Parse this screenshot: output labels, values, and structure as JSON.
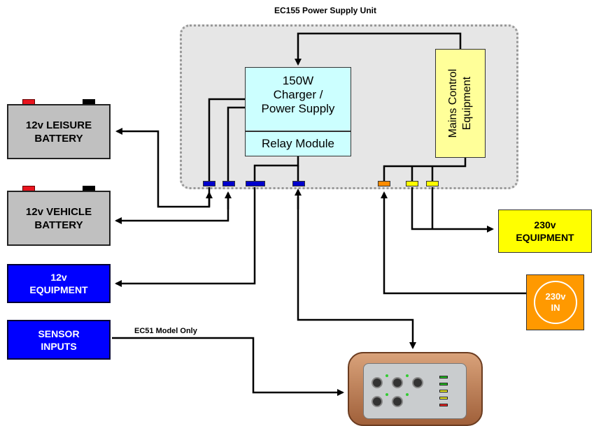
{
  "psu": {
    "title": "EC155 Power Supply Unit"
  },
  "charger": {
    "line1": "150W",
    "line2": "Charger /",
    "line3": "Power Supply"
  },
  "relay": {
    "label": "Relay Module"
  },
  "mains": {
    "line1": "Mains Control",
    "line2": "Equipment"
  },
  "leisure_battery": {
    "line1": "12v LEISURE",
    "line2": "BATTERY"
  },
  "vehicle_battery": {
    "line1": "12v VEHICLE",
    "line2": "BATTERY"
  },
  "equipment_12v": {
    "line1": "12v",
    "line2": "EQUIPMENT"
  },
  "sensor_inputs": {
    "line1": "SENSOR",
    "line2": "INPUTS"
  },
  "ec51_note": "EC51 Model Only",
  "equipment_230v": {
    "line1": "230v",
    "line2": "EQUIPMENT"
  },
  "input_230v": {
    "line1": "230v",
    "line2": "IN"
  },
  "colors": {
    "psu_bg": "#e6e6e6",
    "charger_bg": "#ccffff",
    "mains_bg": "#ffff99",
    "battery_bg": "#c0c0c0",
    "blue_box": "#0000ff",
    "yellow_box": "#ffff00",
    "orange_box": "#ff9900"
  }
}
